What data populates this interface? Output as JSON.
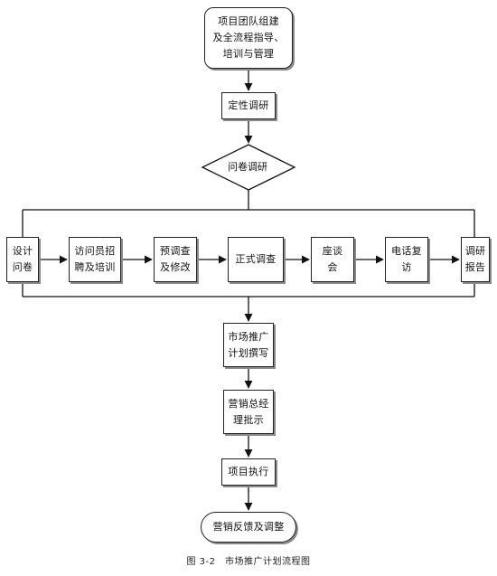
{
  "diagram": {
    "start": "项目团队组建\n及全流程指导、\n培训与管理",
    "qualitative": "定性调研",
    "decision": "问卷调研",
    "steps": [
      "设计\n问卷",
      "访问员招\n聘及培训",
      "预调查\n及修改",
      "正式调查",
      "座谈\n会",
      "电话复\n访",
      "调研\n报告"
    ],
    "plan": "市场推广\n计划撰写",
    "approval": "营销总经\n理批示",
    "execute": "项目执行",
    "feedback": "营销反馈及调整",
    "caption": "图 3-2　市场推广计划流程图"
  }
}
